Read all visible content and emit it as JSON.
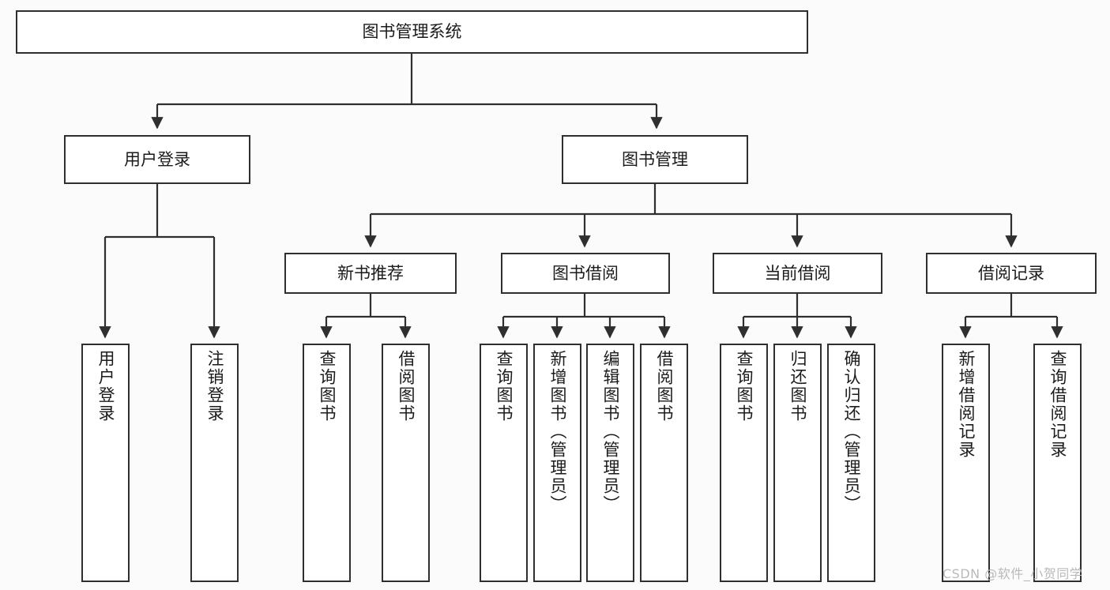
{
  "diagram": {
    "title": "图书管理系统",
    "type": "hierarchy-tree",
    "nodes": {
      "root": {
        "label": "图书管理系统"
      },
      "level2": [
        {
          "id": "user-login",
          "label": "用户登录"
        },
        {
          "id": "book-management",
          "label": "图书管理"
        }
      ],
      "level3": [
        {
          "id": "new-book-recommend",
          "label": "新书推荐",
          "parent": "book-management"
        },
        {
          "id": "book-borrow",
          "label": "图书借阅",
          "parent": "book-management"
        },
        {
          "id": "current-borrow",
          "label": "当前借阅",
          "parent": "book-management"
        },
        {
          "id": "borrow-record",
          "label": "借阅记录",
          "parent": "book-management"
        }
      ],
      "leaves": [
        {
          "id": "leaf-user-login",
          "label": "用户登录",
          "parent": "user-login"
        },
        {
          "id": "leaf-logout-login",
          "label": "注销登录",
          "parent": "user-login"
        },
        {
          "id": "leaf-query-book-1",
          "label": "查询图书",
          "parent": "new-book-recommend"
        },
        {
          "id": "leaf-borrow-book-1",
          "label": "借阅图书",
          "parent": "new-book-recommend"
        },
        {
          "id": "leaf-query-book-2",
          "label": "查询图书",
          "parent": "book-borrow"
        },
        {
          "id": "leaf-add-book",
          "label": "新增图书（管理员）",
          "parent": "book-borrow"
        },
        {
          "id": "leaf-edit-book",
          "label": "编辑图书（管理员）",
          "parent": "book-borrow"
        },
        {
          "id": "leaf-borrow-book-2",
          "label": "借阅图书",
          "parent": "book-borrow"
        },
        {
          "id": "leaf-query-book-3",
          "label": "查询图书",
          "parent": "current-borrow"
        },
        {
          "id": "leaf-return-book",
          "label": "归还图书",
          "parent": "current-borrow"
        },
        {
          "id": "leaf-confirm-return",
          "label": "确认归还（管理员）",
          "parent": "current-borrow"
        },
        {
          "id": "leaf-add-record",
          "label": "新增借阅记录",
          "parent": "borrow-record"
        },
        {
          "id": "leaf-query-record",
          "label": "查询借阅记录",
          "parent": "borrow-record"
        }
      ]
    },
    "colors": {
      "background": "#fbfbfb",
      "box_fill": "#ffffff",
      "box_stroke": "#2f2f2f",
      "text": "#1b1b1b",
      "watermark": "#b9b9b9"
    }
  },
  "watermark": {
    "text": "CSDN @软件_小贺同学"
  }
}
